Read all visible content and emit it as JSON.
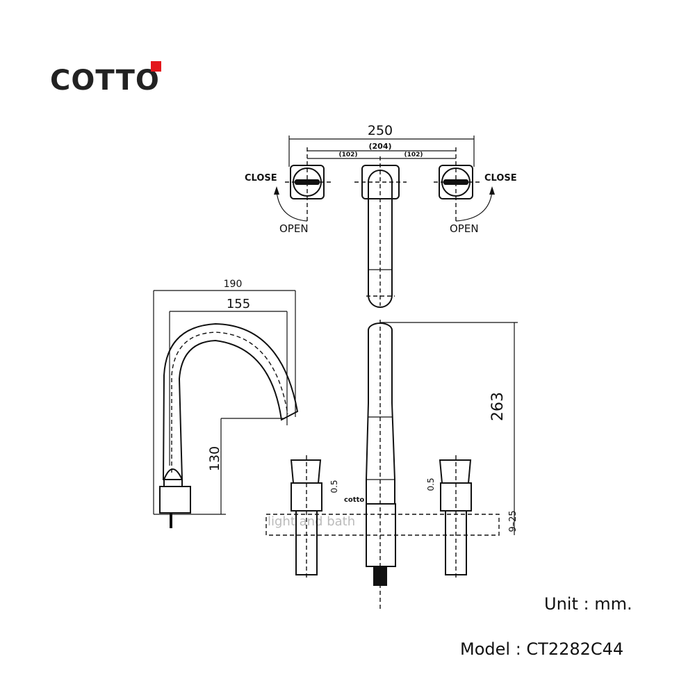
{
  "brand": {
    "name": "COTTO",
    "accent_color": "#e3161b"
  },
  "top_view": {
    "overall_width": "250",
    "center_spacing": "(204)",
    "half_spacing_left": "(102)",
    "half_spacing_right": "(102)",
    "left_close_label": "CLOSE",
    "left_open_label": "OPEN",
    "right_close_label": "CLOSE",
    "right_open_label": "OPEN"
  },
  "side_view": {
    "overall_depth": "190",
    "spout_reach": "155",
    "spout_height": "130"
  },
  "front_view": {
    "overall_height": "263",
    "counter_thickness": "9–25",
    "left_gap": "0.5",
    "right_gap": "0.5",
    "spout_mark": "cotto",
    "watermark": "light and bath"
  },
  "footer": {
    "unit": "Unit : mm.",
    "model": "Model : CT2282C44"
  }
}
